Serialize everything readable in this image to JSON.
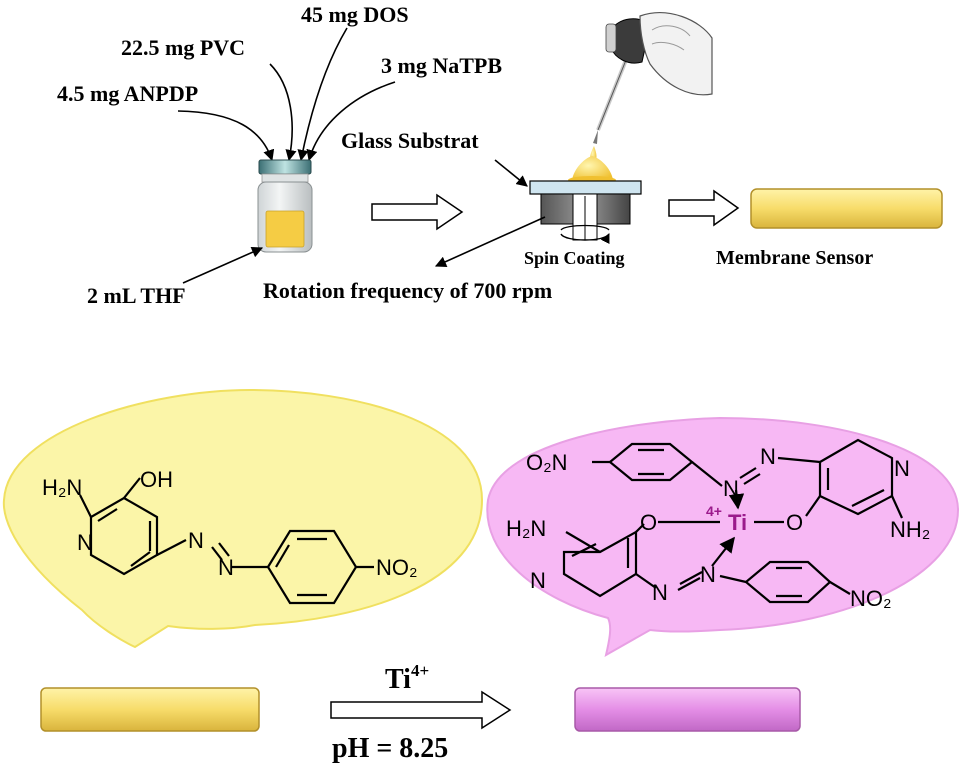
{
  "prep": {
    "reagents": {
      "dos": "45 mg DOS",
      "pvc": "22.5 mg PVC",
      "natpb": "3 mg NaTPB",
      "anpdp": "4.5 mg ANPDP"
    },
    "solvent": "2 mL THF",
    "substrate_label": "Glass Substrat",
    "spin_label": "Spin Coating",
    "rotation_label": "Rotation frequency of 700 rpm",
    "product_label": "Membrane Sensor"
  },
  "reaction": {
    "reagent": "Ti",
    "reagent_charge": "4+",
    "condition": "pH = 8.25"
  },
  "ligand": {
    "labels": {
      "h2n": "H₂N",
      "oh": "OH",
      "n_ring": "N",
      "n_azo_1": "N",
      "n_azo_2": "N",
      "no2": "NO₂"
    }
  },
  "complex": {
    "labels": {
      "o2n": "O₂N",
      "n_azo_top": "N",
      "n_top_coord": "N",
      "n_ring_top": "N",
      "o_left": "O",
      "ti_charge": "4+",
      "ti": "Ti",
      "o_right": "O",
      "nh2_right": "NH₂",
      "h2n_left": "H₂N",
      "n_ring_bottom": "N",
      "n_azo_bottom": "N",
      "n_bottom_coord": "N",
      "no2": "NO₂"
    }
  },
  "colors": {
    "yellow_bubble": "#fbf5a8",
    "pink_bubble": "#f7b8f4",
    "yellow_membrane": "#f5dc6c",
    "pink_membrane": "#e48ee6",
    "ti_color": "#9b1a8c"
  }
}
